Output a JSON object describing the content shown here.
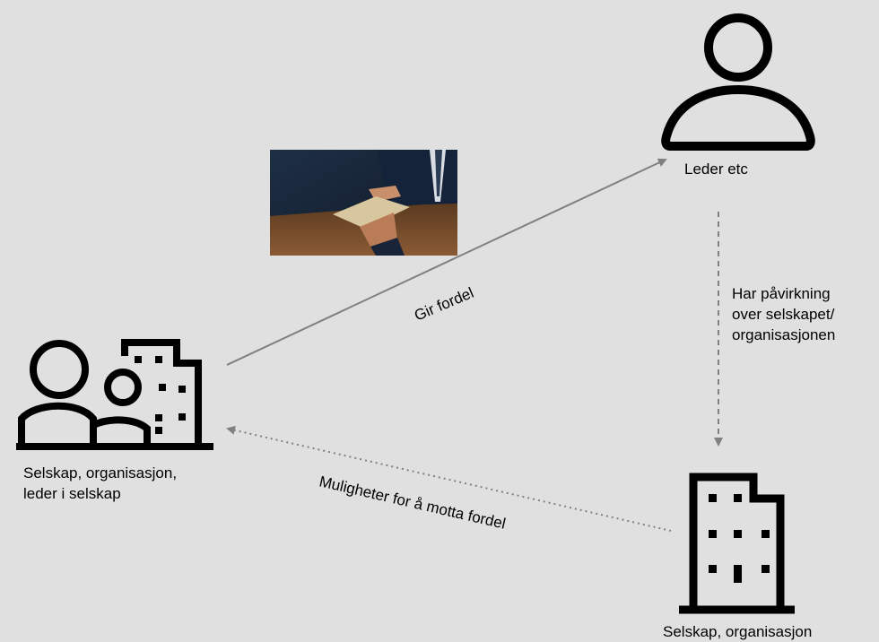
{
  "nodes": {
    "leader": {
      "label": "Leder etc"
    },
    "company_person": {
      "label_line1": "Selskap, organisasjon,",
      "label_line2": "leder i selskap"
    },
    "company": {
      "label": "Selskap, organisasjon"
    }
  },
  "edges": {
    "gives_benefit": {
      "label": "Gir fordel"
    },
    "influence": {
      "line1": "Har påvirkning",
      "line2": "over selskapet/",
      "line3": "organisasjonen"
    },
    "opportunity": {
      "label": "Muligheter for å motta fordel"
    }
  },
  "image": {
    "subject": "envelope-handover-photo"
  },
  "colors": {
    "background": "#e0e0e0",
    "arrow": "#808080",
    "icon": "#000000"
  }
}
